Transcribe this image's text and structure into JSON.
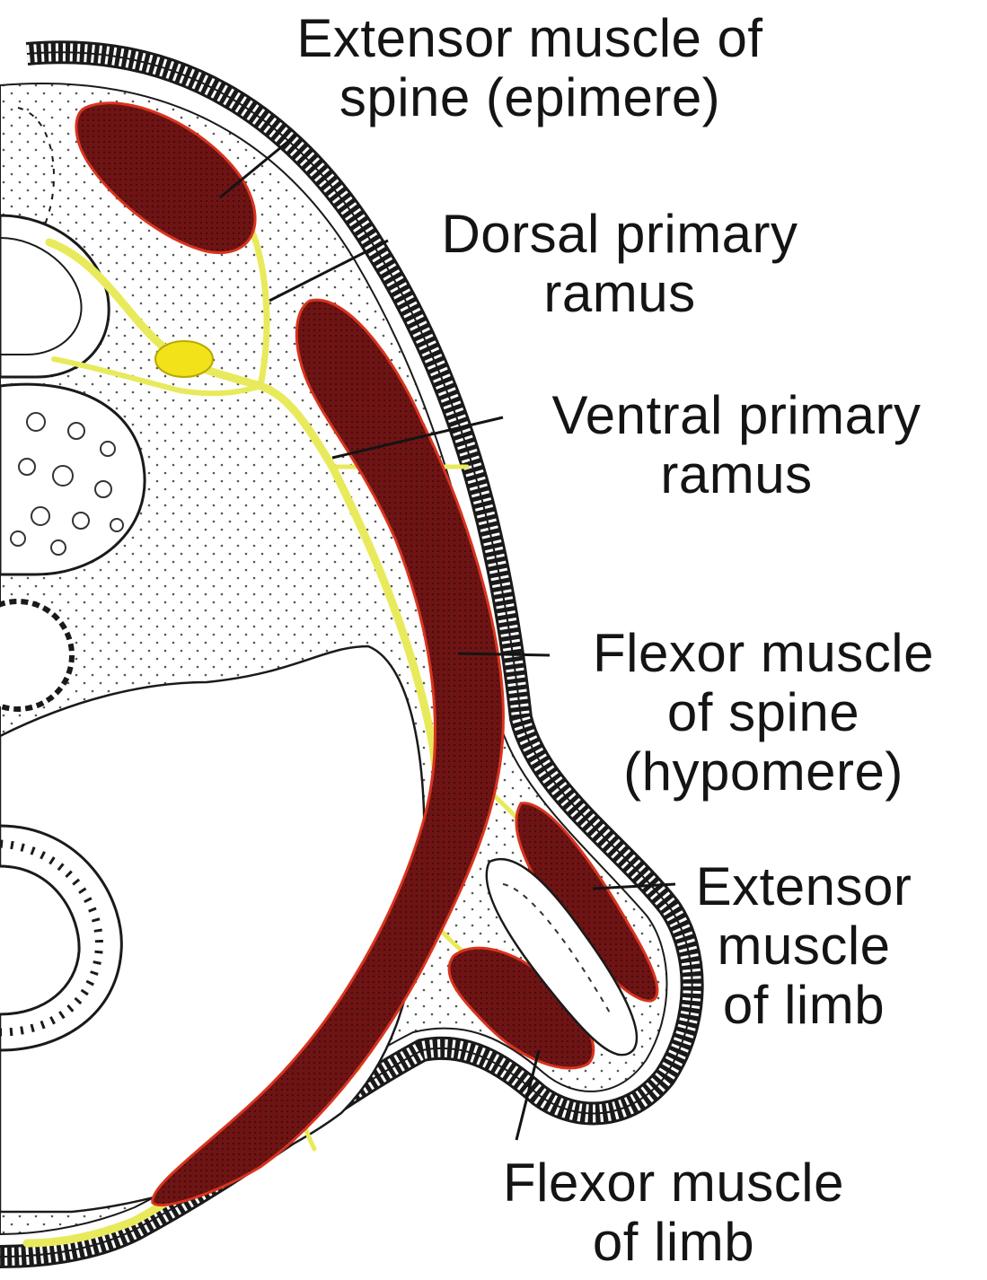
{
  "labels": {
    "extensor_spine_1": "Extensor muscle of",
    "extensor_spine_2": "spine (epimere)",
    "dorsal_1": "Dorsal primary",
    "dorsal_2": "ramus",
    "ventral_1": "Ventral primary",
    "ventral_2": "ramus",
    "flexor_spine_1": "Flexor muscle",
    "flexor_spine_2": "of spine",
    "flexor_spine_3": "(hypomere)",
    "extensor_limb_1": "Extensor",
    "extensor_limb_2": "muscle",
    "extensor_limb_3": "of limb",
    "flexor_limb_1": "Flexor muscle",
    "flexor_limb_2": "of limb"
  },
  "colors": {
    "muscle": "#6e1414",
    "muscle_edge": "#d8341e",
    "nerve": "#e8ea5c",
    "ganglion": "#f2e21a",
    "tissue": "#f6f4ea",
    "outline": "#1a1a1a"
  }
}
